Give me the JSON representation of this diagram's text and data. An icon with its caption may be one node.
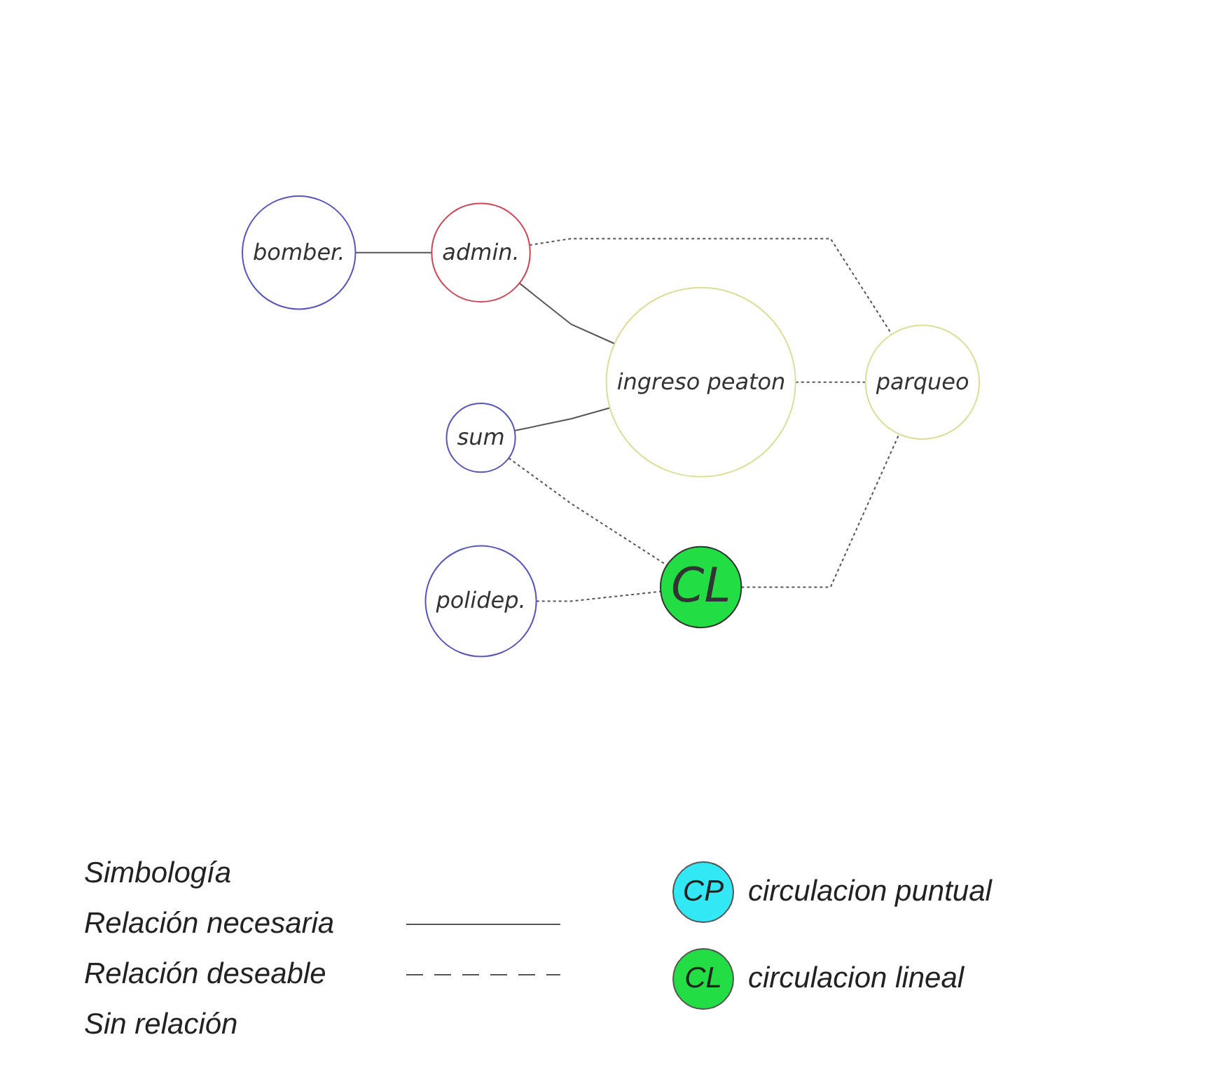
{
  "diagram": {
    "nodes": [
      {
        "text": [
          "admin."
        ]
      },
      {
        "text": [
          "bomber."
        ]
      },
      {
        "text": [
          "parqueo"
        ]
      },
      {
        "text": [
          "ingreso peaton"
        ]
      },
      {
        "text": [
          "sum"
        ]
      },
      {
        "text": [
          "CL"
        ]
      },
      {
        "text": [
          "polidep."
        ]
      }
    ],
    "edges": [
      {
        "from": 1,
        "to": 0,
        "arrow": "none"
      },
      {
        "from": 0,
        "to": 3,
        "arrow": "none"
      },
      {
        "from": 0,
        "to": 2,
        "arrow": "none",
        "style": "dashed"
      },
      {
        "from": 3,
        "to": 2,
        "arrow": "none",
        "style": "dashed"
      },
      {
        "from": 4,
        "to": 3,
        "arrow": "none"
      },
      {
        "from": 4,
        "to": 5,
        "arrow": "none",
        "style": "dashed"
      },
      {
        "from": 5,
        "to": 2,
        "arrow": "none",
        "style": "dashed"
      },
      {
        "from": 6,
        "to": 5,
        "arrow": "none",
        "style": "dashed"
      }
    ],
    "labels": [
      "Simbología",
      "CP",
      "CL"
    ],
    "legend": [
      {
        "text": "Relación necesaria"
      },
      {
        "text": "Relación deseable"
      },
      {
        "text": "Sin relación"
      },
      {
        "text": "circulacion puntual",
        "color": "#33e8f5"
      },
      {
        "text": "circulacion lineal",
        "color": "#22dd44"
      }
    ]
  }
}
